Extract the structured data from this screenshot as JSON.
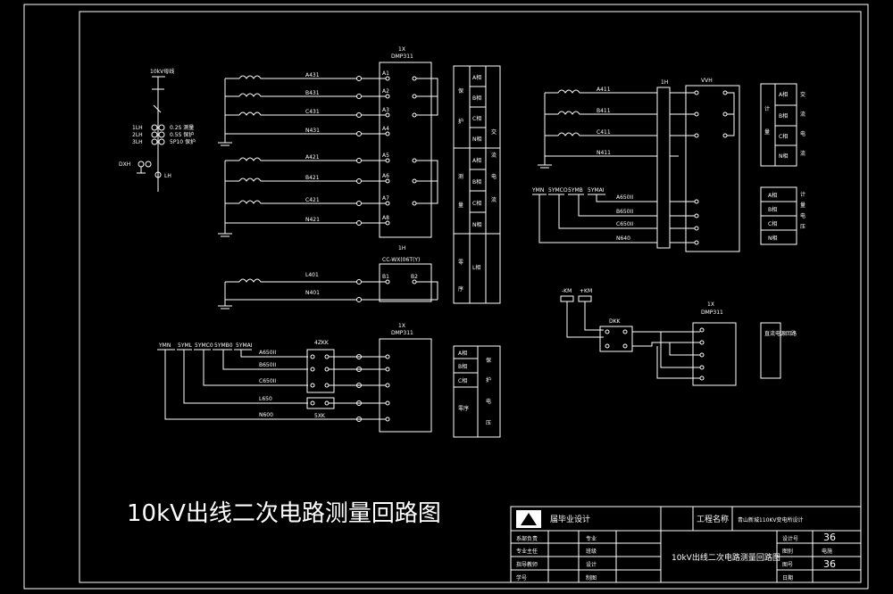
{
  "drawing_title": "10kV出线二次电路测量回路图",
  "left_single_line": {
    "bus_label": "10kV母线",
    "ct_labels": [
      "1LH",
      "2LH",
      "3LH"
    ],
    "ct_classes": [
      "0.2S 测量",
      "0.5S 保护",
      "5P10 保护"
    ],
    "dxh_label": "DXH",
    "lh_label": "LH"
  },
  "panel_ct": {
    "device_label": "1X",
    "device_model": "DMP311",
    "group1_wires": [
      "A431",
      "B431",
      "C431",
      "N431"
    ],
    "group2_wires": [
      "A421",
      "B421",
      "C421",
      "N421"
    ],
    "zero_seq_wires": [
      "L401",
      "N401"
    ],
    "zero_seq_device_label": "1H",
    "zero_seq_model": "CC-WX(06T(Y)",
    "phase_labels": [
      "A相",
      "B相",
      "C相",
      "N相",
      "A相",
      "B相",
      "C相",
      "N相",
      "L相"
    ],
    "function_labels": [
      "保",
      "护",
      "交",
      "流",
      "电",
      "流",
      "测",
      "量",
      "零",
      "序"
    ],
    "terminal_labels": [
      "A1",
      "A2",
      "A3",
      "A4",
      "A5",
      "A6",
      "A7",
      "A8",
      "B1",
      "B2"
    ]
  },
  "panel_pt": {
    "device_label": "1X",
    "device_model": "DMP311",
    "bus_labels": [
      "YMN",
      "5YML",
      "5YMC0",
      "5YMB0",
      "5YMAI"
    ],
    "wires": [
      "A650II",
      "B650II",
      "C650II",
      "L650",
      "N600"
    ],
    "switch_label": "4ZKK",
    "fuse_label": "5XK",
    "phase_labels": [
      "A相",
      "B相",
      "C相",
      "零序"
    ],
    "function_labels": [
      "保",
      "护",
      "电",
      "压"
    ]
  },
  "panel_right_top": {
    "device_label": "VVH",
    "terminal_label": "1H",
    "wires": [
      "A411",
      "B411",
      "C411",
      "N411"
    ],
    "bus_labels": [
      "YMN",
      "5YMCO",
      "5YMB",
      "5YMAI"
    ],
    "pt_wires": [
      "A650II",
      "B650II",
      "C650II",
      "N640"
    ],
    "phase_labels": [
      "A相",
      "B相",
      "C相",
      "N相"
    ],
    "phase_labels_2": [
      "A相",
      "B相",
      "C相",
      "N相"
    ],
    "function_labels": [
      "计",
      "量"
    ],
    "function_labels_2": [
      "交",
      "流",
      "电",
      "流"
    ],
    "function_labels_3": [
      "计",
      "量",
      "电",
      "压"
    ]
  },
  "panel_right_bottom": {
    "left_labels": [
      "-KM",
      "+KM"
    ],
    "switch_label": "DKK",
    "device_label": "1X",
    "device_model": "DMP311",
    "side_note": "直流电源回路"
  },
  "title_block": {
    "school": "届毕业设计",
    "project_name_label": "工程名称",
    "project_name": "青山新城110KV变电所设计",
    "roles": [
      "系部负责",
      "专业主任",
      "指导教师",
      "学号"
    ],
    "roles2": [
      "专业",
      "班级",
      "设计",
      "制图"
    ],
    "drawing_title": "10kV出线二次电路测量回路图",
    "fields": [
      "设计号",
      "图别",
      "图号",
      "日期"
    ],
    "values": [
      "36",
      "电施",
      "36",
      ""
    ]
  }
}
